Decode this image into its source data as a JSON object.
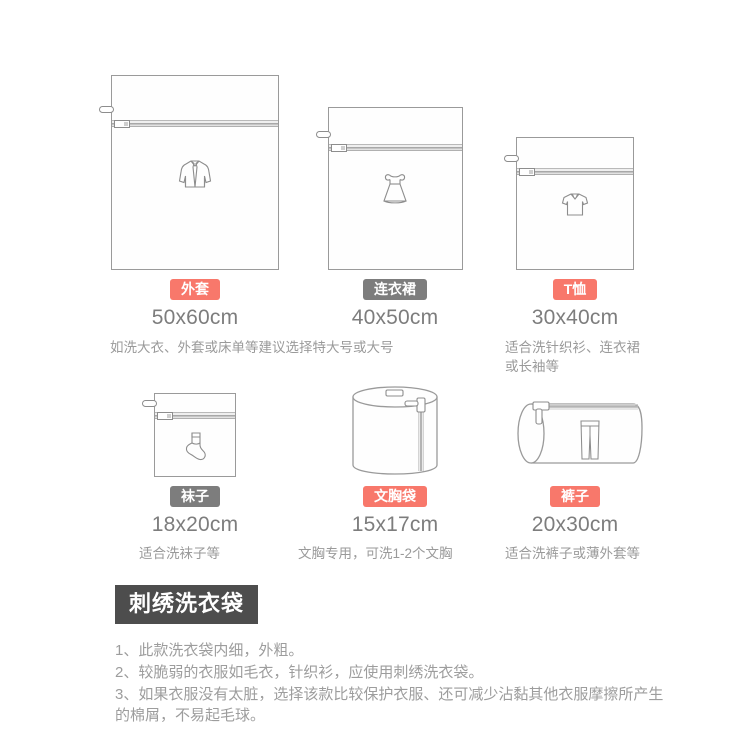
{
  "products_row1": [
    {
      "badge": "外套",
      "badge_color": "#f8786b",
      "size": "50x60cm",
      "desc": "如洗大衣、外套或床单等建议选择特大号或大号",
      "icon": "jacket-icon",
      "bag_shape": "rect"
    },
    {
      "badge": "连衣裙",
      "badge_color": "#7d7d7d",
      "size": "40x50cm",
      "desc": "",
      "icon": "dress-icon",
      "bag_shape": "rect"
    },
    {
      "badge": "T恤",
      "badge_color": "#f8786b",
      "size": "30x40cm",
      "desc": "适合洗针织衫、连衣裙或长袖等",
      "icon": "tshirt-icon",
      "bag_shape": "rect"
    }
  ],
  "products_row2": [
    {
      "badge": "袜子",
      "badge_color": "#7d7d7d",
      "size": "18x20cm",
      "desc": "适合洗袜子等",
      "icon": "sock-icon",
      "bag_shape": "rect"
    },
    {
      "badge": "文胸袋",
      "badge_color": "#f8786b",
      "size": "15x17cm",
      "desc": "文胸专用，可洗1-2个文胸",
      "icon": "none",
      "bag_shape": "cylinder-vertical"
    },
    {
      "badge": "裤子",
      "badge_color": "#f8786b",
      "size": "20x30cm",
      "desc": "适合洗裤子或薄外套等",
      "icon": "pants-icon",
      "bag_shape": "cylinder-horizontal"
    }
  ],
  "bottom": {
    "title": "刺绣洗衣袋",
    "title_bg": "#4d4d4d",
    "notes": [
      "1、此款洗衣袋内细，外粗。",
      "2、较脆弱的衣服如毛衣，针织衫，应使用刺绣洗衣袋。",
      "3、如果衣服没有太脏，选择该款比较保护衣服、还可减少沾黏其他衣服摩擦所产生的棉屑，不易起毛球。"
    ]
  },
  "colors": {
    "accent_red": "#f8786b",
    "accent_gray": "#7d7d7d",
    "text_gray": "#9a9a9a",
    "bag_outline": "#9a9a9a",
    "background": "#ffffff"
  }
}
